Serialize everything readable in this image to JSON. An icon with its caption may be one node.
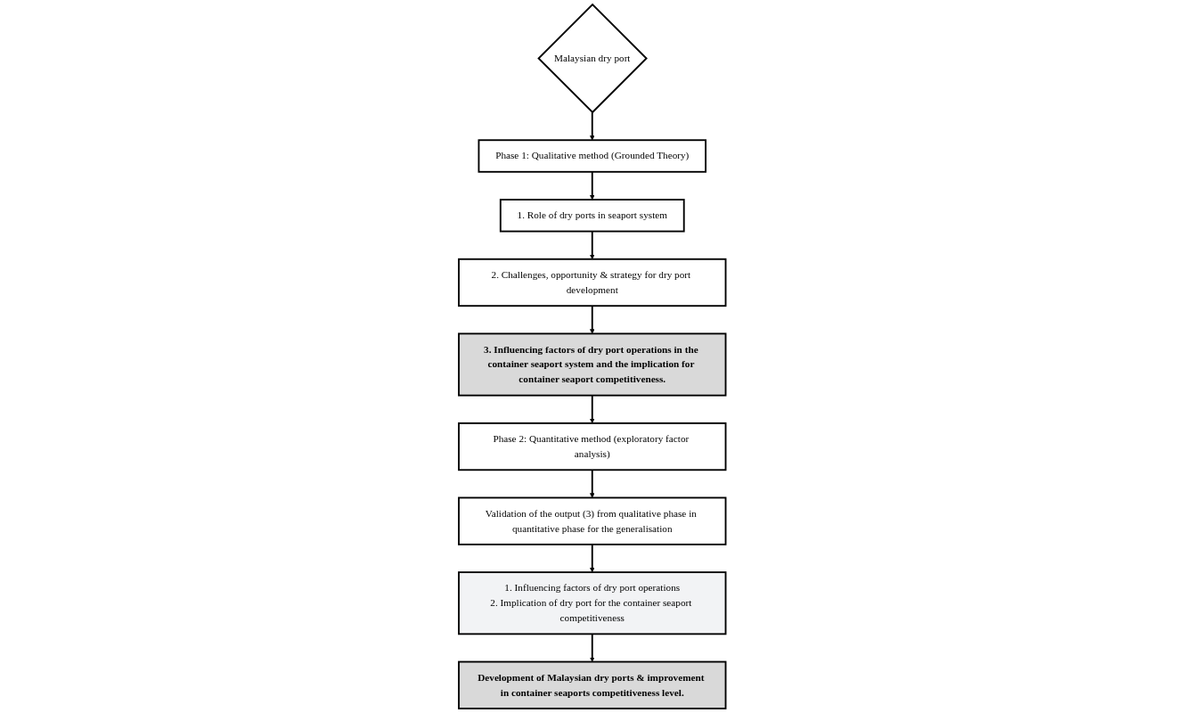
{
  "diagram": {
    "nodes": [
      {
        "text": [
          "Malaysian dry port"
        ]
      },
      {
        "text": [
          "Phase 1: Qualitative method (Grounded Theory)"
        ]
      },
      {
        "text": [
          "1. Role of dry ports in seaport system"
        ]
      },
      {
        "text": [
          "2. Challenges, opportunity & strategy for dry port development"
        ]
      },
      {
        "text": [
          "3. Influencing factors of dry port operations in the container seaport system and the implication for container seaport competitiveness."
        ]
      },
      {
        "text": [
          "Phase 2: Quantitative method (exploratory factor analysis)"
        ]
      },
      {
        "text": [
          "Validation of the output (3) from qualitative phase in quantitative phase for the generalisation"
        ]
      },
      {
        "text": [
          "1. Influencing factors of dry port operations",
          "2. Implication of dry port for the container seaport competitiveness"
        ]
      },
      {
        "text": [
          "Development of Malaysian dry ports & improvement in container seaports competitiveness level."
        ]
      }
    ],
    "edges": [
      {
        "from": 0,
        "to": 1,
        "arrow": "to"
      },
      {
        "from": 1,
        "to": 2,
        "arrow": "to"
      },
      {
        "from": 2,
        "to": 3,
        "arrow": "to"
      },
      {
        "from": 3,
        "to": 4,
        "arrow": "to"
      },
      {
        "from": 4,
        "to": 5,
        "arrow": "to"
      },
      {
        "from": 5,
        "to": 6,
        "arrow": "to"
      },
      {
        "from": 6,
        "to": 7,
        "arrow": "to"
      },
      {
        "from": 7,
        "to": 8,
        "arrow": "to"
      }
    ]
  }
}
